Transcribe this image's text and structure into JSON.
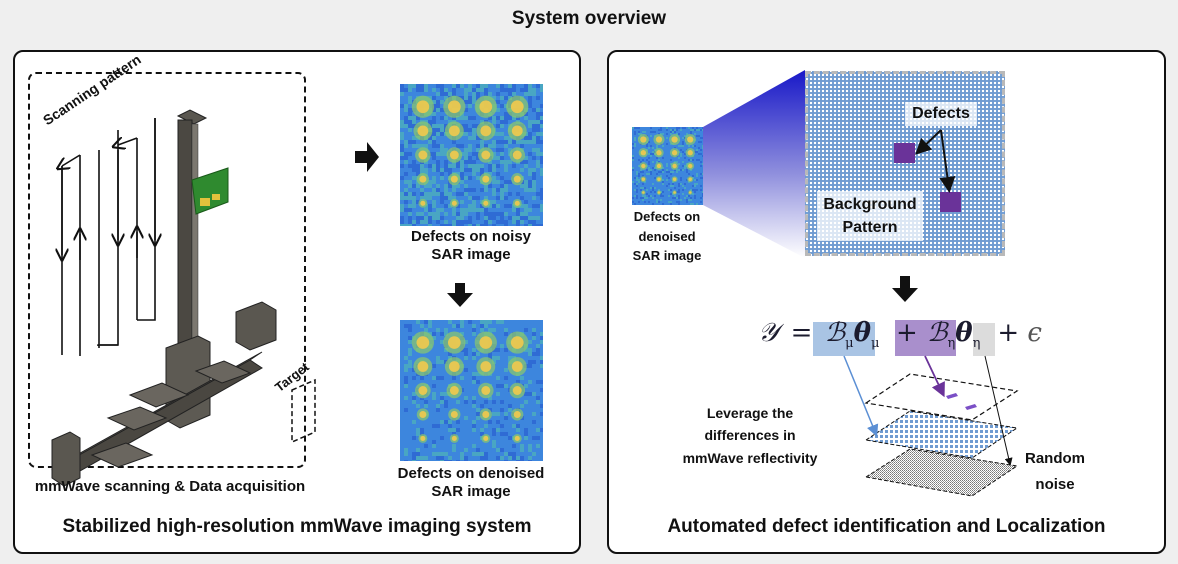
{
  "title": "System overview",
  "left_panel": {
    "footer": "Stabilized high-resolution mmWave imaging system",
    "scan_box": {
      "scanning_pattern_label": "Scanning pattern",
      "target_label": "Target",
      "caption": "mmWave scanning & Data acquisition"
    },
    "noisy_image": {
      "label_line1": "Defects on noisy",
      "label_line2": "SAR image"
    },
    "denoised_image": {
      "label_line1": "Defects on denoised",
      "label_line2": "SAR image"
    }
  },
  "right_panel": {
    "footer": "Automated defect identification and Localization",
    "small_image": {
      "label_line1": "Defects on",
      "label_line2": "denoised",
      "label_line3": "SAR image"
    },
    "pattern_box": {
      "defects_label": "Defects",
      "background_line1": "Background",
      "background_line2": "Pattern"
    },
    "equation": {
      "lhs": "𝒴",
      "equals": "=",
      "term1": "ℬ",
      "term1_sub": "μ",
      "term1_theta": "θ",
      "term1_theta_sub": "μ",
      "plus1": "+",
      "term2": "ℬ",
      "term2_sub": "η",
      "term2_theta": "θ",
      "term2_theta_sub": "η",
      "plus2": "+",
      "term3": "ϵ"
    },
    "leverage_label": {
      "line1": "Leverage the",
      "line2": "differences in",
      "line3": "mmWave reflectivity"
    },
    "noise_label": {
      "line1": "Random",
      "line2": "noise"
    }
  },
  "colors": {
    "background": "#efefef",
    "panel_border": "#111111",
    "term_background": "#a9c4e4",
    "term_defect": "#a98fcc",
    "term_noise": "#dcdcdc",
    "defect_square": "#6a3399",
    "pattern_blue": "#6f9bd1",
    "zoom_gradient_start": "#1a1acc",
    "sar_base": "#3a7fe0",
    "sar_hot": "#f2c94c"
  }
}
